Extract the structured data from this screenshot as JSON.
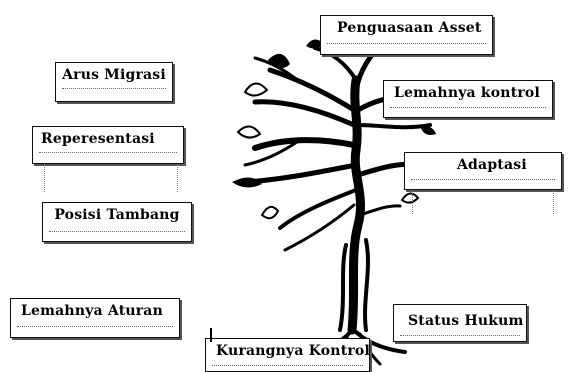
{
  "labels": {
    "arus_migrasi": "Arus Migrasi",
    "reperesentasi": "Reperesentasi",
    "posisi_tambang": "Posisi Tambang",
    "lemahnya_aturan": "Lemahnya Aturan",
    "penguasaan_asset": "Penguasaan Asset",
    "lemahnya_kontrol": "Lemahnya kontrol",
    "adaptasi": "Adaptasi",
    "status_hukum": "Status Hukum",
    "kurangnya_kontrol": "Kurangnya Kontrol"
  },
  "colors": {
    "ink": "#000000",
    "border": "#111111",
    "shadow": "#555555"
  }
}
